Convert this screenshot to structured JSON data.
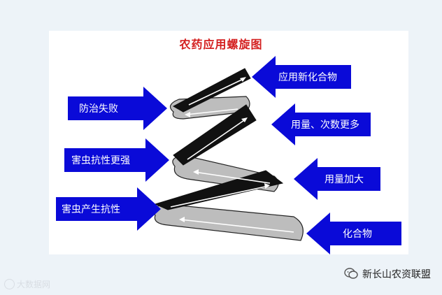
{
  "diagram": {
    "title": "农药应用螺旋图",
    "left_arrows": [
      {
        "label": "防治失败"
      },
      {
        "label": "害虫抗性更强"
      },
      {
        "label": "害虫产生抗性"
      }
    ],
    "right_arrows": [
      {
        "label": "应用新化合物"
      },
      {
        "label": "用量、次数更多"
      },
      {
        "label": "用量加大"
      },
      {
        "label": "化合物"
      }
    ],
    "colors": {
      "arrow_fill": "#0a0ad8",
      "title_color": "#d42020",
      "band_dark": "#111111",
      "band_light": "#bdbdbd"
    }
  },
  "watermark": {
    "left_text": "大数据网",
    "right_text": "新长山农资联盟",
    "right_icon": "wechat-icon"
  }
}
